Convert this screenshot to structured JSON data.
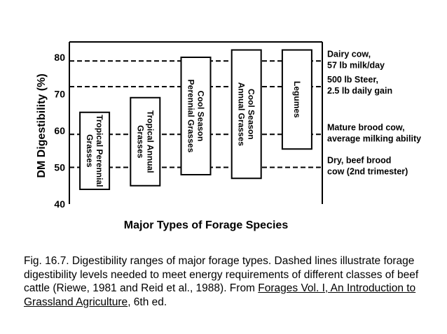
{
  "chart_data": {
    "type": "range_bar",
    "ylabel": "DM Digestibility (%)",
    "xlabel": "Major Types of Forage Species",
    "ylim": [
      40,
      82
    ],
    "yticks": [
      "40",
      "50",
      "60",
      "70",
      "80"
    ],
    "grid": false,
    "bars": [
      {
        "label_lines": [
          "Tropical Perennial",
          "Grasses"
        ],
        "low": 44,
        "high": 65
      },
      {
        "label_lines": [
          "Tropical Annual",
          "Grasses"
        ],
        "low": 45,
        "high": 69
      },
      {
        "label_lines": [
          "Cool Season",
          "Perennial Grasses"
        ],
        "low": 48,
        "high": 80
      },
      {
        "label_lines": [
          "Cool Season",
          "Annual Grasses"
        ],
        "low": 47,
        "high": 82
      },
      {
        "label_lines": [
          "Legumes"
        ],
        "low": 55,
        "high": 82
      }
    ],
    "reference_lines": [
      {
        "value": 79,
        "label_lines": [
          "Dairy cow,",
          "57 lb milk/day"
        ]
      },
      {
        "value": 72,
        "label_lines": [
          "500 lb Steer,",
          "2.5 lb daily gain"
        ]
      },
      {
        "value": 59,
        "label_lines": [
          "Mature brood cow,",
          "average milking ability"
        ]
      },
      {
        "value": 50,
        "label_lines": [
          "Dry, beef brood",
          "cow (2nd trimester)"
        ]
      }
    ]
  },
  "caption": {
    "text": "Fig. 16.7.  Digestibility ranges of major forage types. Dashed lines illustrate forage digestibility levels needed to meet energy requirements of different classes of beef cattle (Riewe, 1981 and Reid et al., 1988). From ",
    "source_title": "Forages  Vol. I,  An Introduction to Grassland Agriculture",
    "edition": ", 6th ed."
  }
}
